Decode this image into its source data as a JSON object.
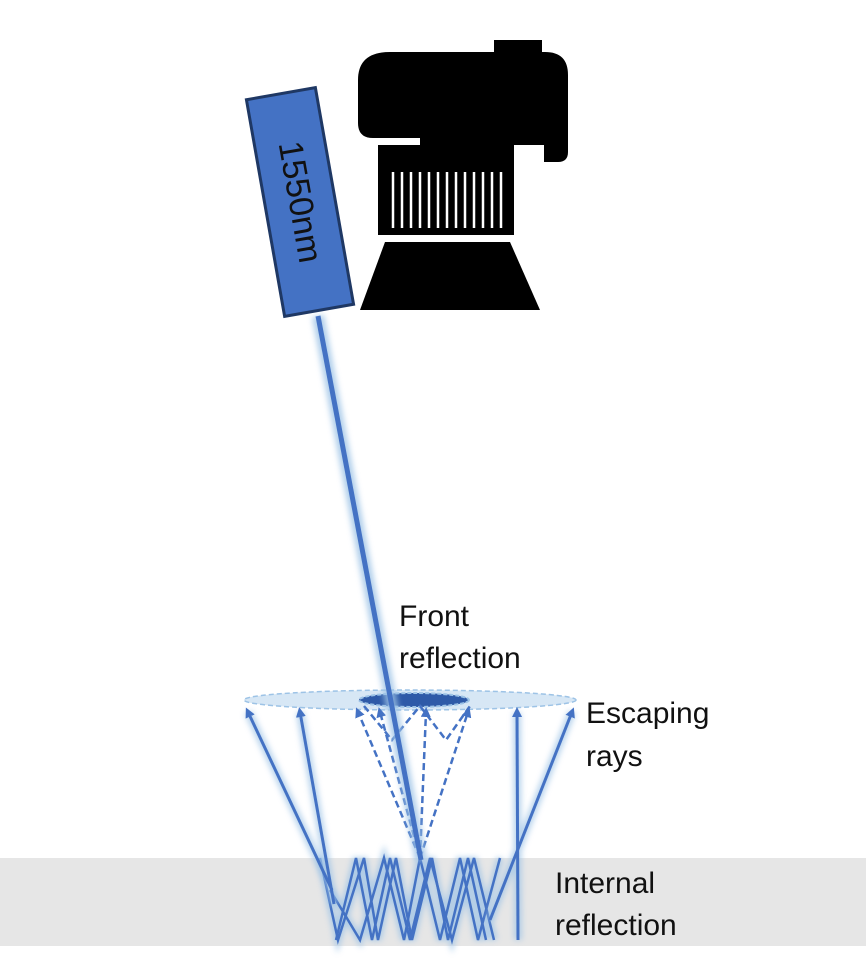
{
  "laser": {
    "label": "1550nm",
    "color": "#4472c4",
    "border_color": "#1f3864"
  },
  "camera": {
    "icon": "camera-icon",
    "color": "#000000"
  },
  "labels": {
    "front_line1": "Front",
    "front_line2": "reflection",
    "escaping_line1": "Escaping",
    "escaping_line2": "rays",
    "internal_line1": "Internal",
    "internal_line2": "reflection"
  },
  "colors": {
    "ray": "#4472c4",
    "ray_glow": "#9dc3e6",
    "medium": "#e6e6e6",
    "ellipse_fill": "#bdd7ee",
    "spot": "#2e5aa8"
  }
}
